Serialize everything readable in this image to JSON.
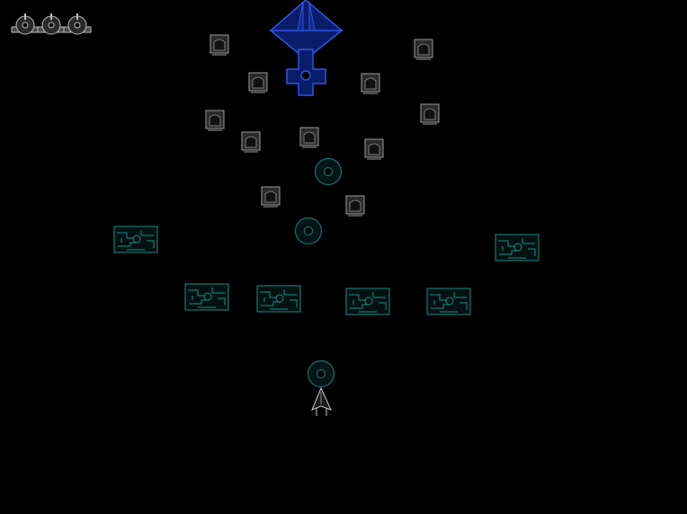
{
  "lives": {
    "remaining": 3
  },
  "colors": {
    "background": "#000000",
    "boss_fill": "#0a1d6b",
    "boss_stroke": "#2f54e0",
    "drone_stroke": "#9a9a9a",
    "drone_fill": "#2a2a2a",
    "turret_stroke": "#1f6f72",
    "turret_fill": "#041617",
    "panel_stroke": "#1e8a88",
    "panel_fill": "#021212",
    "ship_stroke": "#c8c8c8",
    "life_fill": "#4a4a4a",
    "life_stroke": "#bdbdbd"
  },
  "icons": {
    "life": "ship-life-icon",
    "boss": "diamond-boss-ship",
    "drone": "gray-drone",
    "turret": "teal-ring-turret",
    "panel": "circuit-panel-block",
    "player": "player-arrow-ship"
  }
}
